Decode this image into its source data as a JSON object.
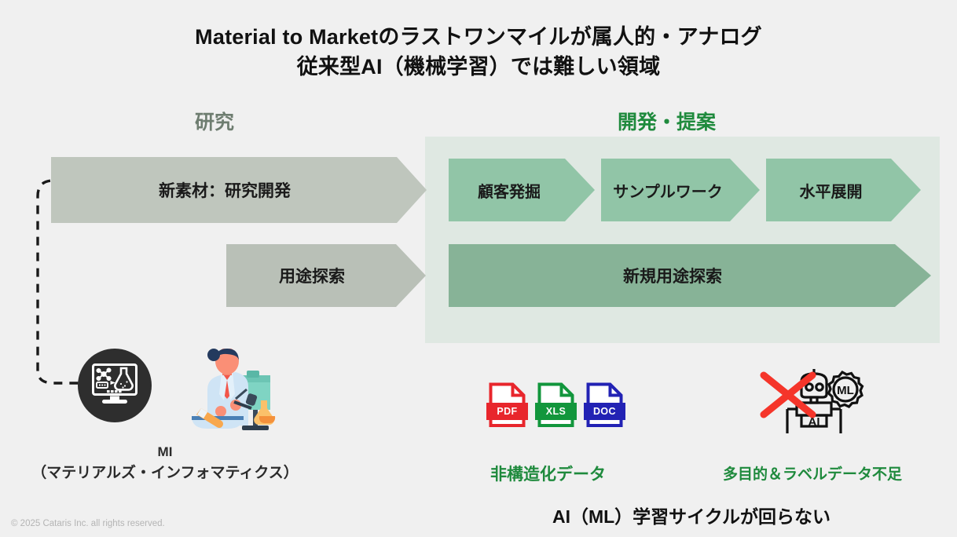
{
  "title": {
    "line1": "Material to Marketのラストワンマイルが属人的・アナログ",
    "line2": "従来型AI（機械学習）では難しい領域"
  },
  "sections": {
    "research": {
      "label": "研究",
      "color": "#6e7d70"
    },
    "develop": {
      "label": "開発・提案",
      "color": "#1f8a3d"
    }
  },
  "arrows": {
    "research_rd": {
      "label": "新素材：研究開発",
      "color": "#bfc6bd"
    },
    "use_exploration": {
      "label": "用途探索",
      "color": "#b9c0b7"
    },
    "customer_discovery": {
      "label": "顧客発掘",
      "color": "#91c5a7"
    },
    "sample_work": {
      "label": "サンプルワーク",
      "color": "#91c5a7"
    },
    "horizontal_expansion": {
      "label": "水平展開",
      "color": "#91c5a7"
    },
    "new_use_exploration": {
      "label": "新規用途探索",
      "color": "#87b397"
    }
  },
  "mi": {
    "abbr": "MI",
    "full": "（マテリアルズ・インフォマティクス）",
    "icon": "monitor-molecule-flask-icon",
    "illustration": "scientist-illustration"
  },
  "files": [
    {
      "label": "PDF",
      "color": "#e8262c"
    },
    {
      "label": "XLS",
      "color": "#12963c"
    },
    {
      "label": "DOC",
      "color": "#2222b4"
    }
  ],
  "robot": {
    "ai_label": "AI",
    "ml_label": "ML",
    "cross_color": "#f5352a"
  },
  "captions": {
    "unstructured": "非構造化データ",
    "label_shortage": "多目的＆ラベルデータ不足",
    "bottom": "AI（ML）学習サイクルが回らない"
  },
  "footer": {
    "copyright": "© 2025 Cataris Inc. all rights reserved."
  },
  "panel": {
    "background": "#dfe8e2"
  }
}
